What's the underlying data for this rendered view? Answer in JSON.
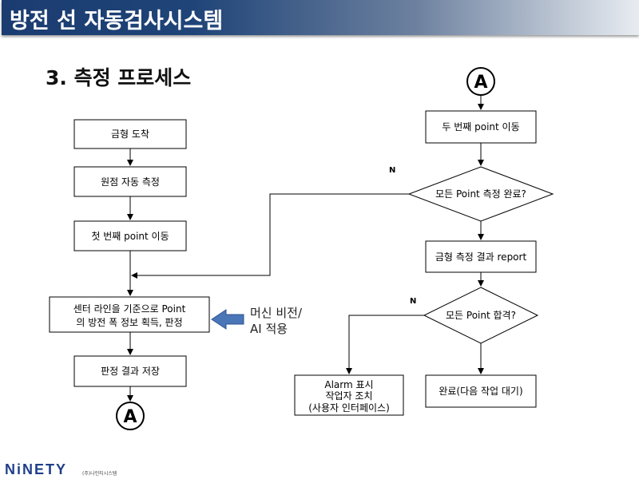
{
  "header": {
    "title": "방전 선 자동검사시스템"
  },
  "subtitle": "3. 측정 프로세스",
  "left_flow": {
    "step1": "금형 도착",
    "step2": "원점 자동 측정",
    "step3": "첫 번째  point 이동",
    "step4_line1": "센터 라인을 기준으로 Point",
    "step4_line2": "의 방전 폭 정보 획득, 판정",
    "step5": "판정 결과 저장",
    "connector": "A"
  },
  "note": {
    "line1": "머신 비전/",
    "line2": "AI 적용"
  },
  "right_flow": {
    "connector": "A",
    "step1": "두 번째  point 이동",
    "decision1": "모든 Point 측정 완료?",
    "decision1_no": "N",
    "step2": "금형 측정 결과 report",
    "decision2": "모든 Point 합격?",
    "decision2_no": "N",
    "alarm_line1": "Alarm 표시",
    "alarm_line2": "작업자 조치",
    "alarm_line3": "(사용자 인터페이스)",
    "done": "완료(다음 작업 대기)"
  },
  "footer": {
    "logo": "NiNETY",
    "company": "(주)나인티시스템"
  }
}
